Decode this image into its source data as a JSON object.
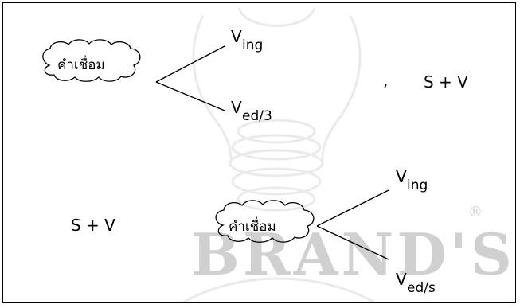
{
  "diagram_top": {
    "connector": "คำเชื่อม",
    "branch_upper": {
      "base": "V",
      "subscript": "ing"
    },
    "branch_lower": {
      "base": "V",
      "subscript": "ed/3"
    },
    "comma": ",",
    "clause": "S + V"
  },
  "diagram_bottom": {
    "clause": "S + V",
    "connector": "คำเชื่อม",
    "branch_upper": {
      "base": "V",
      "subscript": "ing"
    },
    "branch_lower": {
      "base": "V",
      "subscript": "ed/s"
    }
  },
  "watermark": {
    "text": "BRAND'S",
    "registered": "®",
    "color": "#9a9a9a"
  }
}
